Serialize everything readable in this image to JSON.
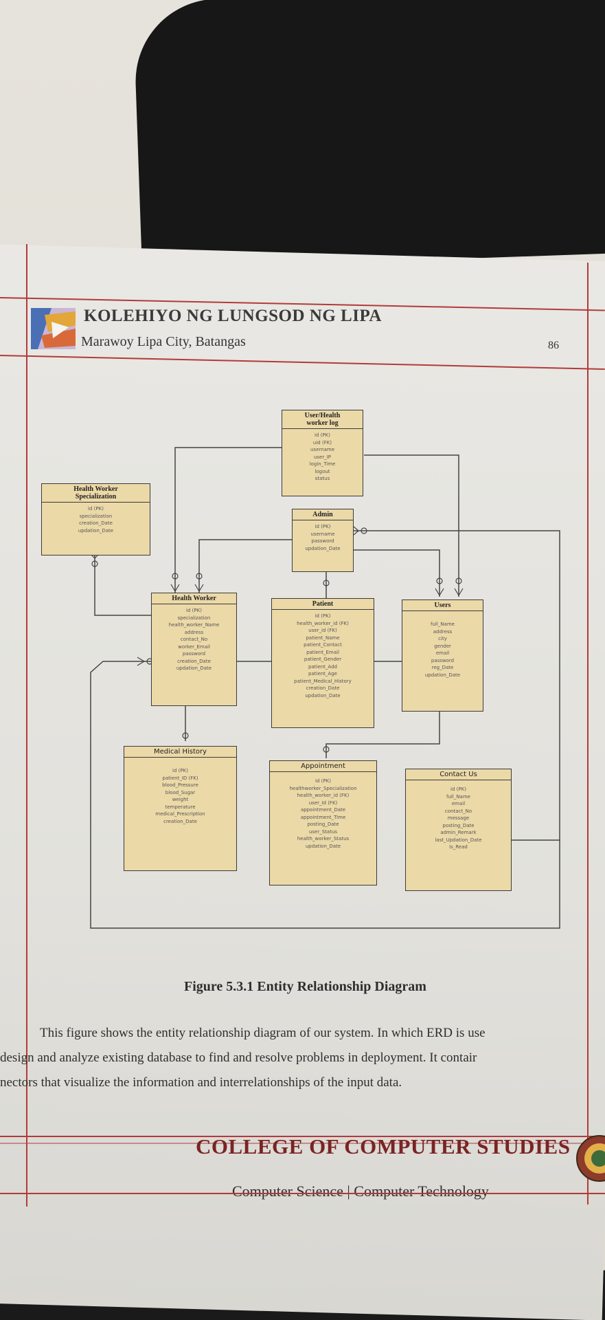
{
  "header": {
    "school_name": "KOLEHIYO NG LUNGSOD NG LIPA",
    "address": "Marawoy Lipa City, Batangas",
    "page_number": "86"
  },
  "diagram": {
    "entities": {
      "user_health_worker_log": {
        "title_line1": "User/Health",
        "title_line2": "worker log",
        "attributes": [
          "id (PK)",
          "uid (FK)",
          "username",
          "user_IP",
          "login_Time",
          "logout",
          "status"
        ]
      },
      "health_worker_specialization": {
        "title_line1": "Health Worker",
        "title_line2": "Specialization",
        "attributes": [
          "id (PK)",
          "specialization",
          "creation_Date",
          "updation_Date"
        ]
      },
      "admin": {
        "title": "Admin",
        "attributes": [
          "id (PK)",
          "username",
          "password",
          "updation_Date"
        ]
      },
      "health_worker": {
        "title": "Health Worker",
        "attributes": [
          "id (PK)",
          "specialization",
          "health_worker_Name",
          "address",
          "contact_No",
          "worker_Email",
          "password",
          "creation_Date",
          "updation_Date"
        ]
      },
      "patient": {
        "title": "Patient",
        "attributes": [
          "id (PK)",
          "health_worker_id (FK)",
          "user_id (FK)",
          "patient_Name",
          "patient_Contact",
          "patient_Email",
          "patient_Gender",
          "patient_Add",
          "patient_Age",
          "patient_Medical_History",
          "creation_Date",
          "updation_Date"
        ]
      },
      "users": {
        "title": "Users",
        "attributes": [
          "full_Name",
          "address",
          "city",
          "gender",
          "email",
          "password",
          "reg_Date",
          "updation_Date"
        ]
      },
      "medical_history": {
        "title": "Medical History",
        "attributes": [
          "id (PK)",
          "patient_ID (FK)",
          "blood_Pressure",
          "blood_Sugar",
          "weight",
          "temperature",
          "medical_Prescription",
          "creation_Date"
        ]
      },
      "appointment": {
        "title": "Appointment",
        "attributes": [
          "id (PK)",
          "healthworker_Specialization",
          "health_worker_id (FK)",
          "user_Id (FK)",
          "appointment_Date",
          "appointment_Time",
          "posting_Date",
          "user_Status",
          "health_worker_Status",
          "updation_Date"
        ]
      },
      "contact_us": {
        "title": "Contact Us",
        "attributes": [
          "id (PK)",
          "full_Name",
          "email",
          "contact_No",
          "message",
          "posting_Date",
          "admin_Remark",
          "last_Updation_Date",
          "is_Read"
        ]
      }
    }
  },
  "figure_caption": "Figure 5.3.1 Entity Relationship Diagram",
  "body_text": {
    "line1": "This figure shows the entity relationship diagram of our system. In which ERD is use",
    "line2": "design and analyze existing database to find and resolve problems in deployment. It contair",
    "line3": "nectors that visualize the information and interrelationships of the input data."
  },
  "footer": {
    "college": "COLLEGE OF COMPUTER STUDIES",
    "department": "Computer Science | Computer Technology"
  },
  "colors": {
    "entity_fill": "#ecd9a8",
    "rule_red": "#b23a3a",
    "college_text": "#7a2424"
  }
}
